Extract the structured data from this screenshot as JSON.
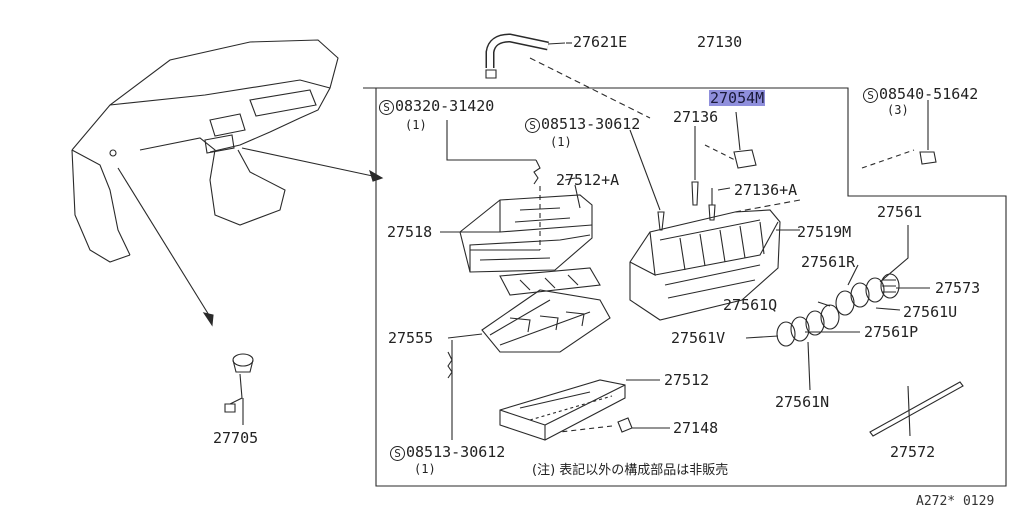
{
  "diagram": {
    "part_labels": {
      "p27621E": "27621E",
      "p27130": "27130",
      "p27054M": "27054M",
      "p27136": "27136",
      "p27136A": "27136+A",
      "p27512A": "27512+A",
      "p27518": "27518",
      "p27519M": "27519M",
      "p27561": "27561",
      "p27561R": "27561R",
      "p27573": "27573",
      "p27561Q": "27561Q",
      "p27561U": "27561U",
      "p27555": "27555",
      "p27561V": "27561V",
      "p27561P": "27561P",
      "p27512": "27512",
      "p27561N": "27561N",
      "p27148": "27148",
      "p27705": "27705",
      "p27572": "27572"
    },
    "bolts": [
      {
        "symbol": "S",
        "number": "08320-31420",
        "qty": "(1)"
      },
      {
        "symbol": "S",
        "number": "08513-30612",
        "qty": "(1)"
      },
      {
        "symbol": "S",
        "number": "08540-51642",
        "qty": "(3)"
      },
      {
        "symbol": "S",
        "number": "08513-30612",
        "qty": "(1)"
      }
    ],
    "note": "(注) 表記以外の構成部品は非販売",
    "figure_code": "A272* 0129",
    "highlight_color": "#8f8fdc"
  }
}
